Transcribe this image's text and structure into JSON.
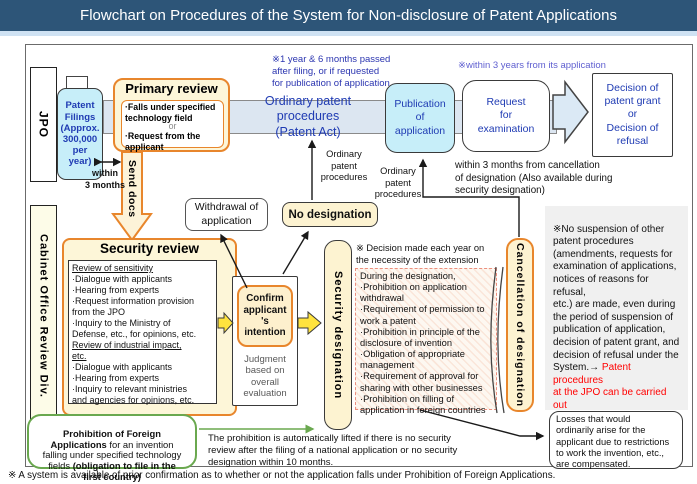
{
  "title": "Flowchart on Procedures of the System for Non-disclosure of Patent Applications",
  "lanes": {
    "jpo": "JPO",
    "cabinet": "Cabinet Office Review Div."
  },
  "flow": {
    "patent_filings": "Patent\nFilings\n(Approx.\n300,000\nper\nyear)",
    "primary": {
      "title": "Primary review",
      "item1": "·Falls under specified\ntechnology field",
      "or": "or",
      "item2": "·Request from the\napplicant"
    },
    "bar_line1": "Ordinary patent procedures",
    "bar_line2": "(Patent Act)",
    "publication": "Publication\nof\napplication",
    "request": "Request\nfor\nexamination",
    "decision": "Decision of\npatent grant\nor\nDecision of\nrefusal"
  },
  "notes": {
    "publication_note": "※1 year & 6 months passed\nafter filing, or if requested\nfor publication of application",
    "three_years": "※within 3 years from its application",
    "within_3_months": "within\n3 months",
    "send_docs": "Send docs",
    "ordinary_label_1": "Ordinary\npatent\nprocedures",
    "ordinary_label_2": "Ordinary\npatent\nprocedures",
    "within_3_months_cancellation": "within 3 months from cancellation\nof designation (Also available during\nsecurity designation)",
    "decision_each_year": "※ Decision made each year on\nthe necessity of the extension"
  },
  "mid": {
    "withdrawal": "Withdrawal of\napplication",
    "no_designation": "No designation",
    "security_designation": "Security designation",
    "cancellation": "Cancellation of designation"
  },
  "security_review": {
    "title": "Security review",
    "heading1": "Review of sensitivity",
    "items1": "·Dialogue with applicants\n·Hearing from experts\n·Request information provision\nfrom the JPO\n·Inquiry to the Ministry of\nDefense, etc., for opinions, etc.",
    "heading2": "Review of industrial impact,\netc.",
    "items2": "·Dialogue with applicants\n·Hearing from experts\n·Inquiry to relevant ministries\nand agencies for opinions, etc."
  },
  "confirm": {
    "main": "Confirm\napplicant\n's\nintention",
    "sub": "Judgment\nbased on\noverall\nevaluation"
  },
  "during": {
    "text": "During the designation,\n·Prohibition on application\nwithdrawal\n·Requirement of permission to\nwork a patent\n·Prohibition in principle of the\ndisclosure of invention\n·Obligation of appropriate\nmanagement\n·Requirement of approval for\nsharing with other businesses\n·Prohibition on filling of\napplication in foreign countries"
  },
  "right_note": {
    "black": "※No suspension of other\npatent procedures\n(amendments, requests for\nexamination of applications,\nnotices of reasons for refusal,\netc.) are made, even during\nthe period of suspension of\npublication of application,\ndecision of patent grant, and\ndecision of refusal under the\nSystem.→ ",
    "red": "Patent procedures\nat the JPO can be carried out\nas usual, even after the\n“security review” has\ncommenced."
  },
  "losses": {
    "text": "Losses that would\nordinarily arise for the\napplicant due to restrictions\nto work the invention, etc.,\nare compensated."
  },
  "foreign": {
    "bold1": "Prohibition of Foreign\nApplications",
    "normal1": " for an invention\nfalling under specified technology\nfields ",
    "bold2": "(obligation to file in the\nfirst country)"
  },
  "bottom": {
    "prohibition_lifted": "The prohibition is automatically lifted if there is no security\nreview after the filing of a national application or no security\ndesignation within 10 months.",
    "footnote": "※ A system is available of prior confirmation as to whether or not the application falls under Prohibition of Foreign Applications."
  },
  "colors": {
    "title_bar": "#2d5578",
    "orange_accent": "#e8862c",
    "cyan_fill": "#c7eef9",
    "cream_fill": "#fdf6d8",
    "yellow_fill": "#fdf3d1",
    "blue_text": "#1f3bb3",
    "red_text": "#ff0000",
    "green_accent": "#6aa84f",
    "bar_fill": "#dce6f1",
    "big_arrow_fill": "#dbe9f5",
    "note_bg": "#f0f0f0",
    "yellow_arrow": "#ffe33e"
  }
}
